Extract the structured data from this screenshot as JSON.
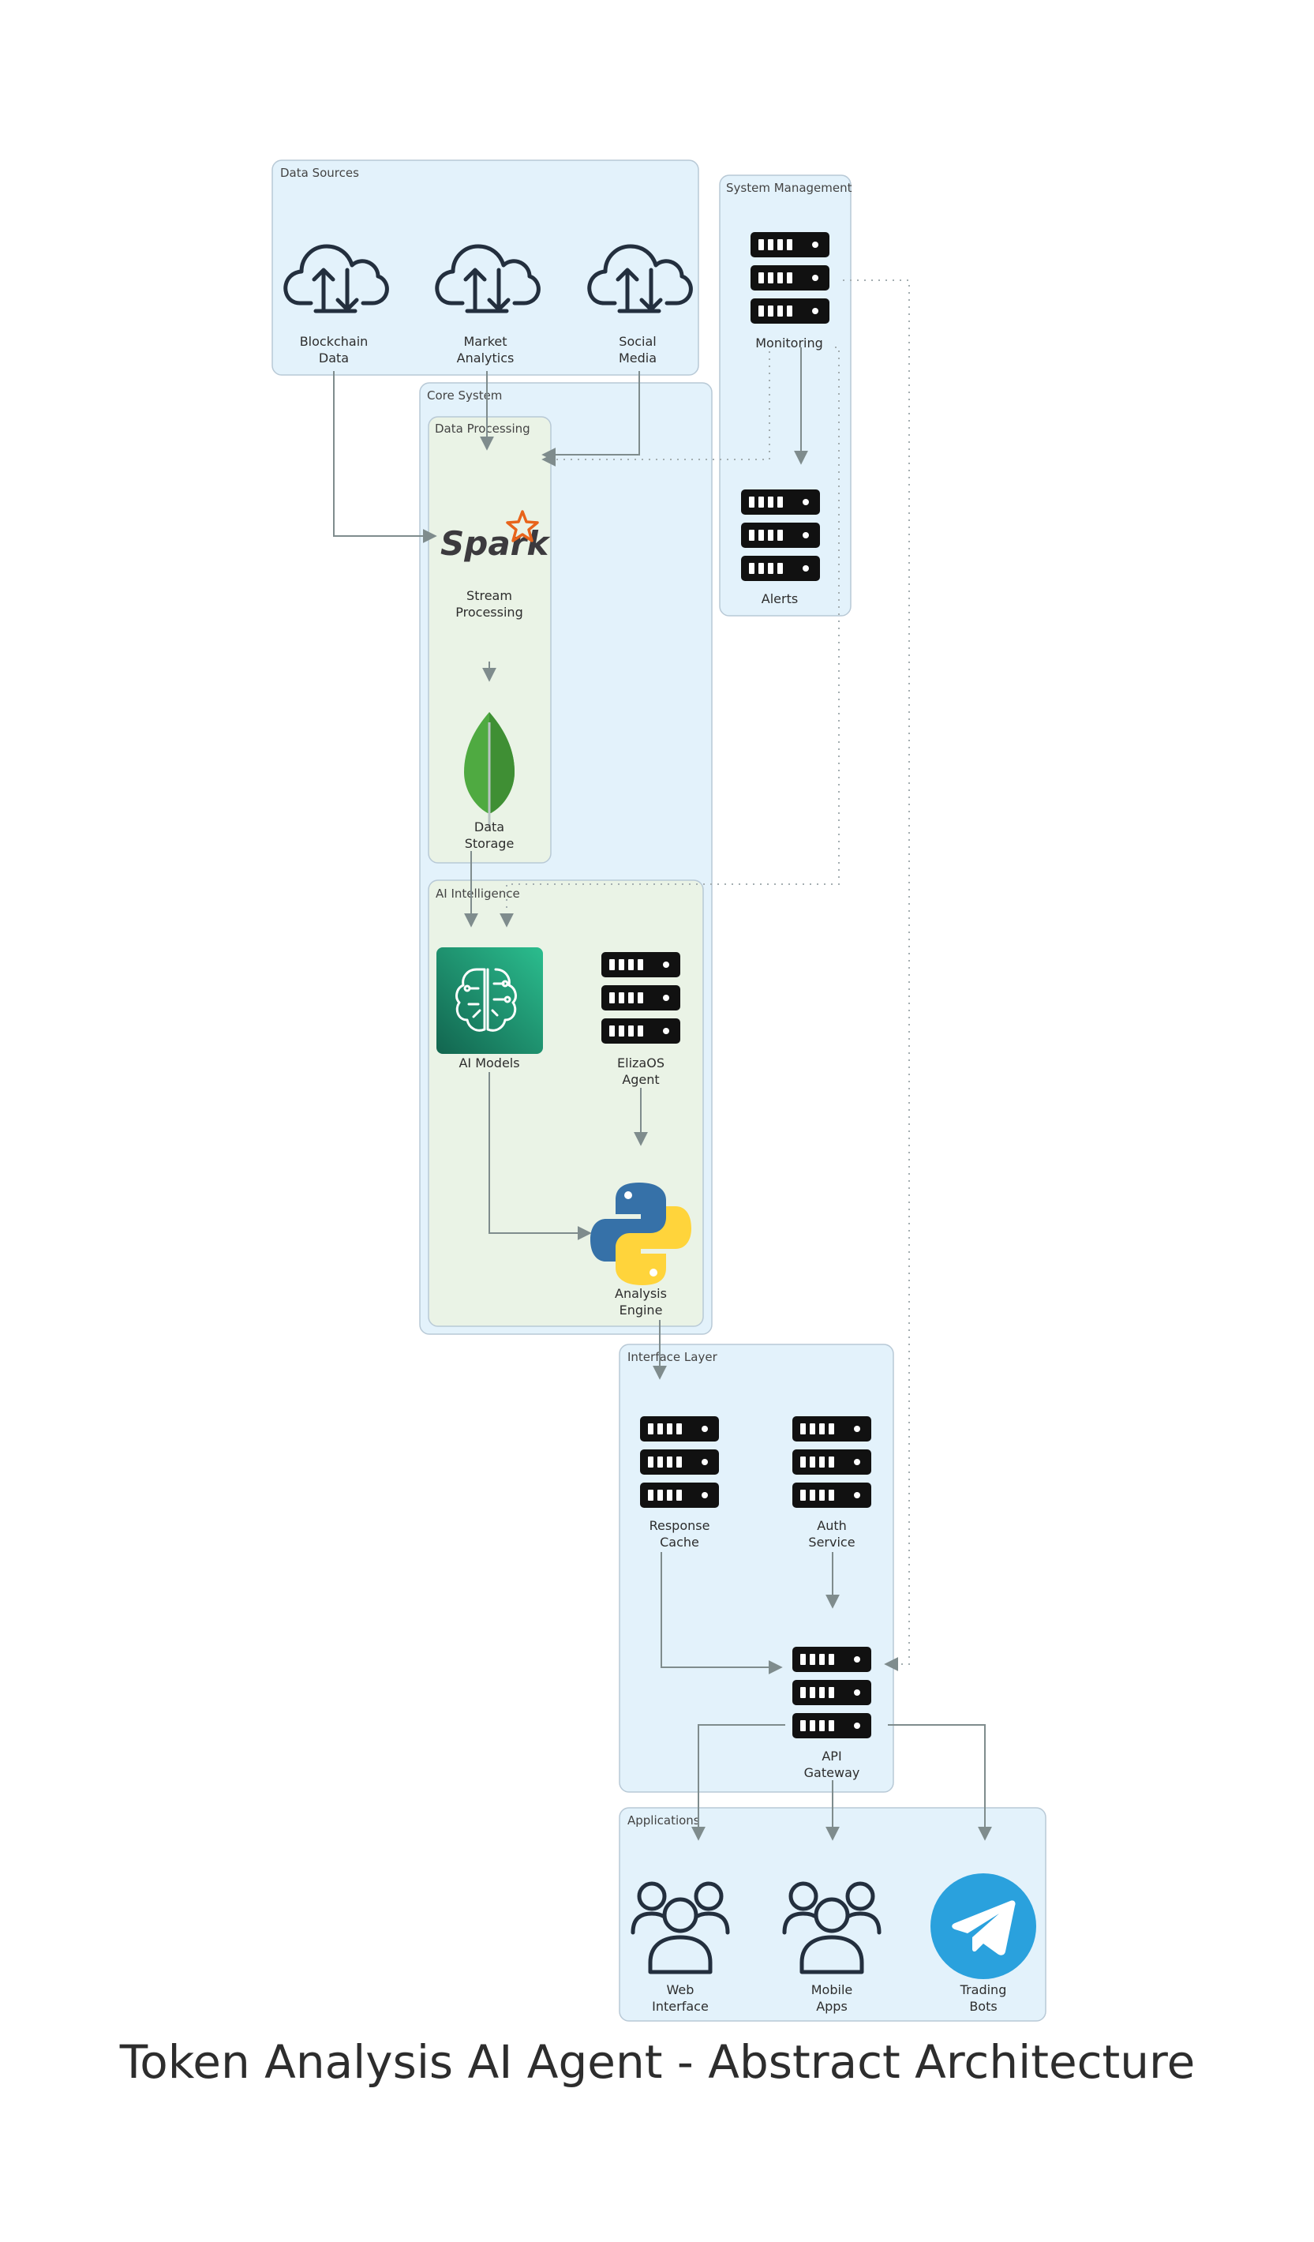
{
  "title": "Token Analysis AI Agent - Abstract Architecture",
  "colors": {
    "cluster_blue": "#e3f2fb",
    "cluster_green": "#eaf3e6",
    "cluster_border": "#b8c9d6",
    "edge": "#7f8c8d",
    "server": "#111111",
    "spark_orange": "#e8641b",
    "mongo_green": "#4faa41",
    "python_blue": "#3671a8",
    "python_yellow": "#ffd43b",
    "sagemaker_green": "#1a7f64",
    "telegram_blue": "#2aa1dd"
  },
  "clusters": {
    "data_sources": "Data Sources",
    "system_management": "System Management",
    "core_system": "Core System",
    "data_processing": "Data Processing",
    "ai_intelligence": "AI Intelligence",
    "interface_layer": "Interface Layer",
    "applications": "Applications"
  },
  "nodes": {
    "blockchain": {
      "line1": "Blockchain",
      "line2": "Data",
      "icon": "cloud-sync-icon"
    },
    "market": {
      "line1": "Market",
      "line2": "Analytics",
      "icon": "cloud-sync-icon"
    },
    "social": {
      "line1": "Social",
      "line2": "Media",
      "icon": "cloud-sync-icon"
    },
    "monitoring": {
      "line1": "Monitoring",
      "icon": "server-icon"
    },
    "alerts": {
      "line1": "Alerts",
      "icon": "server-icon"
    },
    "stream": {
      "line1": "Stream",
      "line2": "Processing",
      "icon": "spark-icon",
      "logo_text": "Spark"
    },
    "storage": {
      "line1": "Data",
      "line2": "Storage",
      "icon": "mongodb-leaf-icon"
    },
    "ai_models": {
      "line1": "AI Models",
      "icon": "sagemaker-icon"
    },
    "eliza": {
      "line1": "ElizaOS",
      "line2": "Agent",
      "icon": "server-icon"
    },
    "analysis": {
      "line1": "Analysis",
      "line2": "Engine",
      "icon": "python-icon"
    },
    "cache": {
      "line1": "Response",
      "line2": "Cache",
      "icon": "server-icon"
    },
    "auth": {
      "line1": "Auth",
      "line2": "Service",
      "icon": "server-icon"
    },
    "gateway": {
      "line1": "API",
      "line2": "Gateway",
      "icon": "server-icon"
    },
    "web": {
      "line1": "Web",
      "line2": "Interface",
      "icon": "users-icon"
    },
    "mobile": {
      "line1": "Mobile",
      "line2": "Apps",
      "icon": "users-icon"
    },
    "bots": {
      "line1": "Trading",
      "line2": "Bots",
      "icon": "telegram-icon"
    }
  }
}
